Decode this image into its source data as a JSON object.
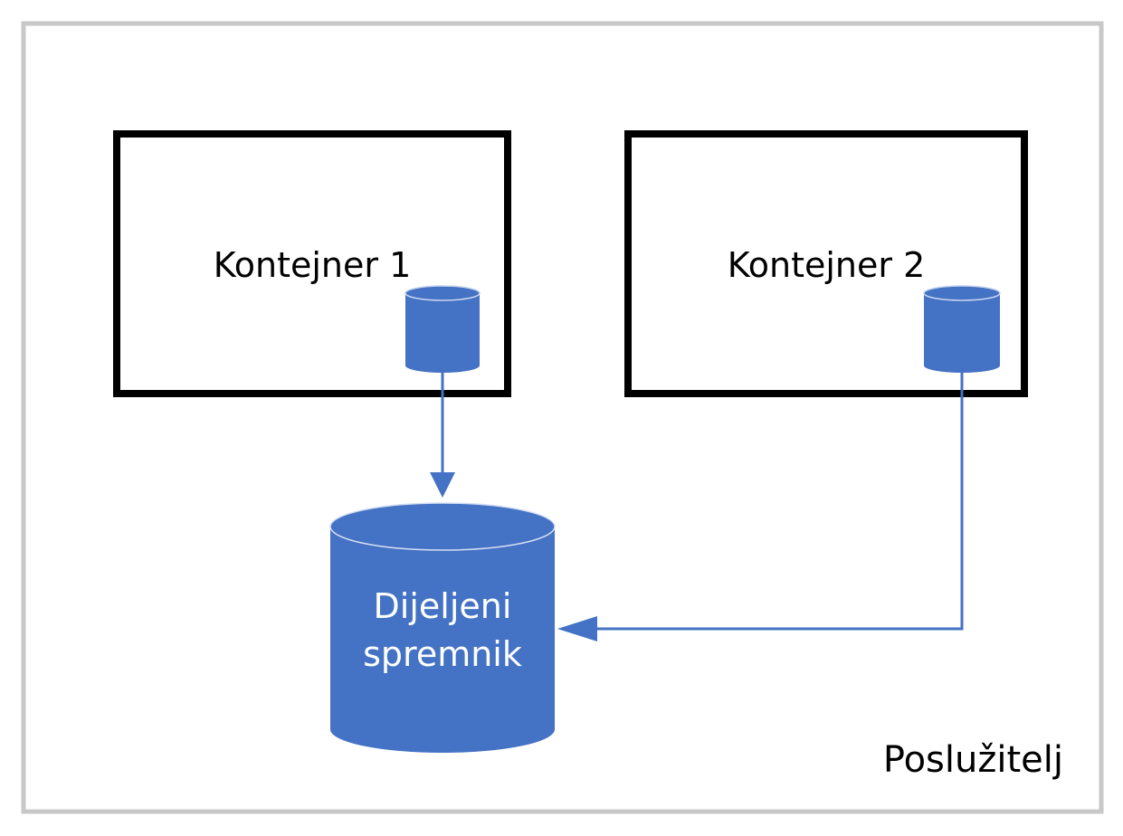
{
  "diagram": {
    "host_label": "Poslužitelj",
    "containers": [
      {
        "label": "Kontejner 1"
      },
      {
        "label": "Kontejner 2"
      }
    ],
    "shared_storage": {
      "line1": "Dijeljeni",
      "line2": "spremnik"
    },
    "colors": {
      "host_border": "#c8c8c8",
      "container_border": "#000000",
      "storage_fill": "#4472c4",
      "storage_top_edge": "#c9d6ee",
      "connector": "#4472c4",
      "storage_text": "#ffffff",
      "text": "#000000"
    }
  }
}
